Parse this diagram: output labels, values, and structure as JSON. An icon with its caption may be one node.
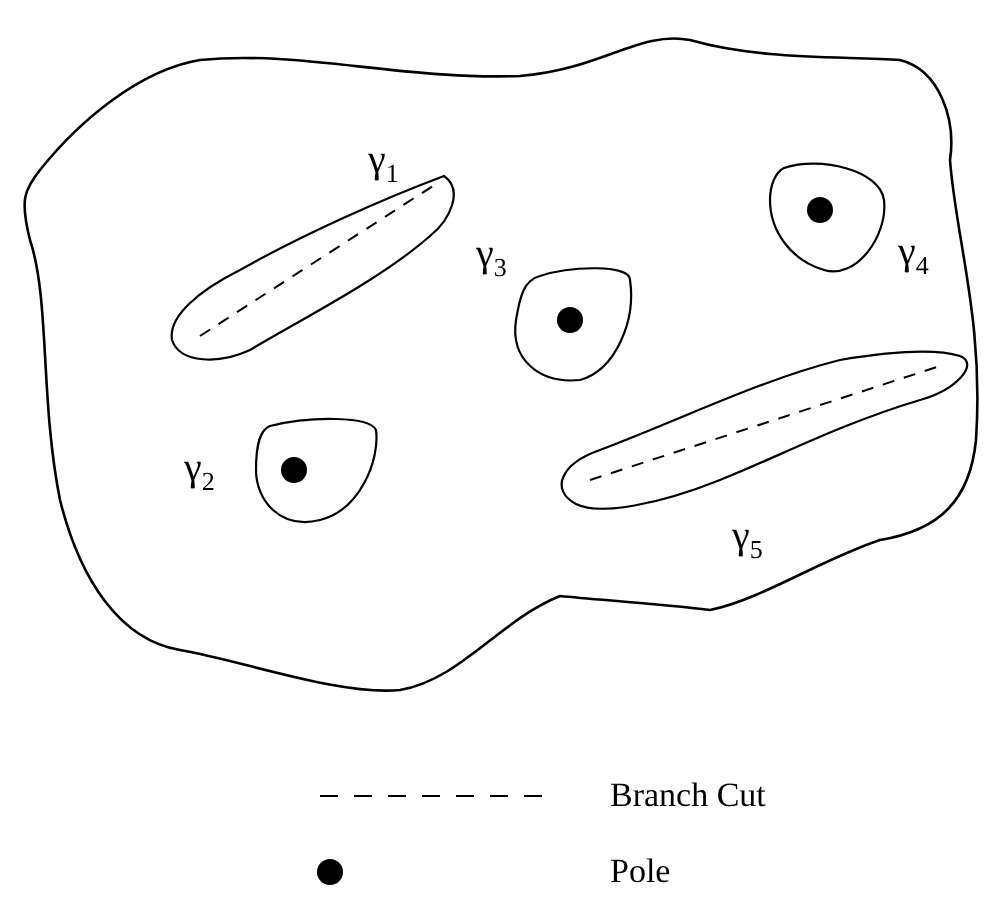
{
  "diagram": {
    "nodes": [
      {
        "text": [],
        "shape": "blob"
      },
      {
        "text": [],
        "shape": "loop",
        "in": 0,
        "beside": [
          "γ$_{1}$"
        ]
      },
      {
        "text": [],
        "shape": "loop",
        "in": 0,
        "beside": [
          "γ$_{2}$"
        ]
      },
      {
        "text": [],
        "shape": "loop",
        "in": 0,
        "beside": [
          "γ$_{3}$"
        ]
      },
      {
        "text": [],
        "shape": "loop",
        "in": 0,
        "beside": [
          "γ$_{4}$"
        ]
      },
      {
        "text": [],
        "shape": "loop",
        "in": 0,
        "beside": [
          "γ$_{5}$"
        ]
      }
    ],
    "legend": [
      {
        "text": "Branch Cut"
      },
      {
        "text": "Pole"
      }
    ]
  }
}
